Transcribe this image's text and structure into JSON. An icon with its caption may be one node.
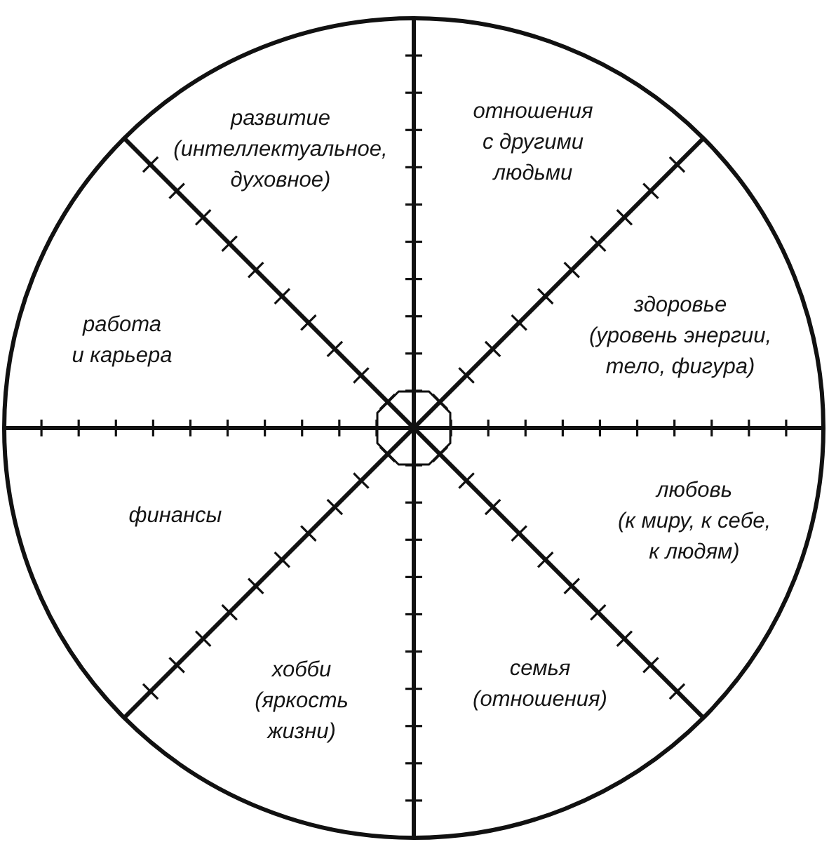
{
  "diagram": {
    "nodes": [
      {
        "text": [],
        "shape": "circle"
      },
      {
        "text": [
          "развитие (интеллектуальное, духовное)"
        ],
        "in": 0
      },
      {
        "text": [
          "отношения с другими людьми"
        ],
        "in": 0
      },
      {
        "text": [
          "работа и карьера"
        ],
        "in": 0
      },
      {
        "text": [
          "здоровье (уровень энергии, тело, фигура)"
        ],
        "in": 0
      },
      {
        "text": [
          "финансы"
        ],
        "in": 0
      },
      {
        "text": [
          "любовь (к миру, к себе, к людям)"
        ],
        "in": 0
      },
      {
        "text": [
          "хобби (яркость жизни)"
        ],
        "in": 0
      },
      {
        "text": [
          "семья (отношения)"
        ],
        "in": 0
      }
    ]
  }
}
